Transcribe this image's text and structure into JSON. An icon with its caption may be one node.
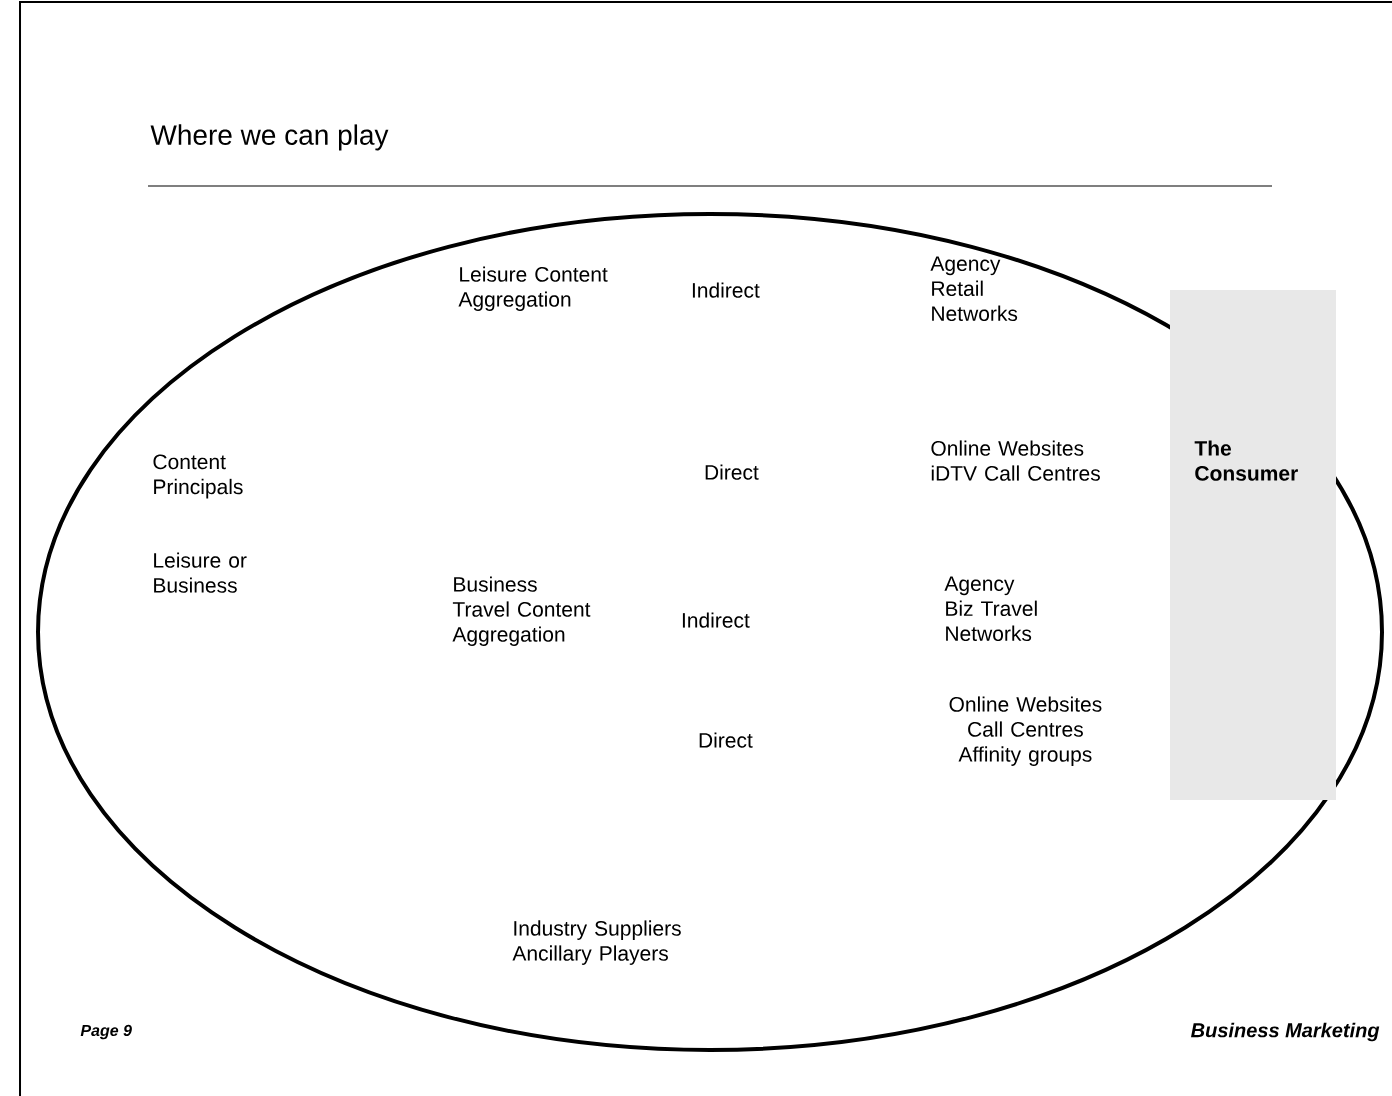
{
  "diagram": {
    "title": "Where we can play",
    "nodes": [
      {
        "text": [
          "Leisure Content Aggregation",
          "Indirect",
          "Agency Retail Networks",
          "Content Principals",
          "Direct",
          "Online Websites iDTV Call Centres",
          "Leisure or Business",
          "Business Travel Content Aggregation",
          "Indirect",
          "Agency Biz Travel Networks",
          "Direct",
          "Online Websites Call Centres Affinity groups",
          "Industry Suppliers Ancillary Players"
        ]
      },
      {
        "text": [
          "The Consumer"
        ],
        "in": 0
      }
    ],
    "labels": [
      "Page 9",
      "Business Marketing"
    ]
  }
}
